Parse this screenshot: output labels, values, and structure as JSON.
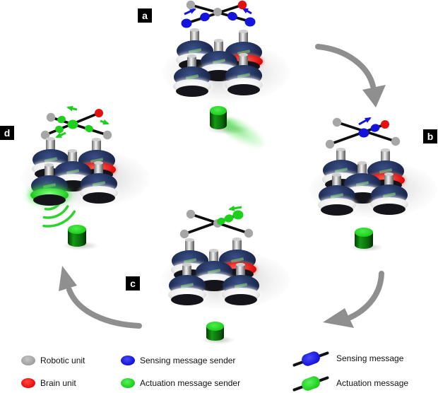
{
  "panels": {
    "a": {
      "label": "a"
    },
    "b": {
      "label": "b"
    },
    "c": {
      "label": "c"
    },
    "d": {
      "label": "d"
    }
  },
  "legend": {
    "robotic_unit": {
      "label": "Robotic unit",
      "color": "#a6a6a6"
    },
    "brain_unit": {
      "label": "Brain unit",
      "color": "#e90d0d"
    },
    "sensing_sender": {
      "label": "Sensing message sender",
      "color": "#1414dd"
    },
    "actuation_sender": {
      "label": "Actuation message sender",
      "color": "#1ecf1e"
    },
    "sensing_message": {
      "label": "Sensing message",
      "color": "#1414dd"
    },
    "actuation_message": {
      "label": "Actuation message",
      "color": "#1ecf1e"
    }
  },
  "colors": {
    "background": "#ffffff",
    "network_edge": "#0d0d0d",
    "cycle_arrow": "#8f8f8f",
    "target_cylinder": "#1fcc1f",
    "robot_body": "#23335e",
    "panel_label_box": "#000000"
  },
  "icons": {
    "robot": "epuck-robot",
    "target": "green-cylinder",
    "signal": "green-signal-arcs",
    "flow": "gray-curved-arrow",
    "network": "cross-link-graph"
  }
}
